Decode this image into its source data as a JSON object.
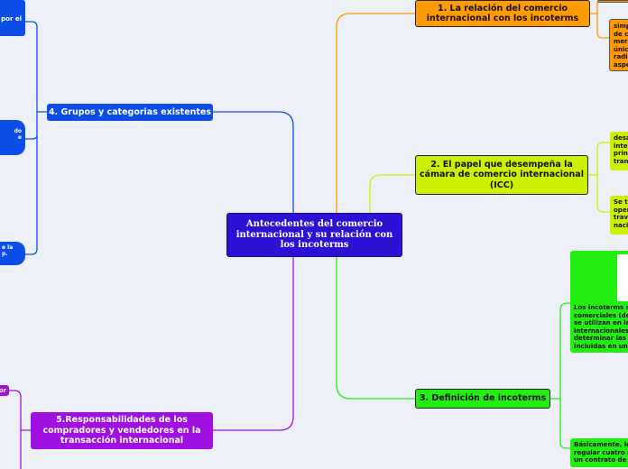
{
  "center": {
    "title": "Antecedentes del comercio internacional y su relación con los incoterms"
  },
  "branches": [
    {
      "key": "n1",
      "label": "1. La relación del comercio internacional con los incoterms",
      "color": "#ff9a00"
    },
    {
      "key": "n2",
      "label": "2. El papel que desempeña la cámara de comercio internacional (ICC)",
      "color": "#ccf000"
    },
    {
      "key": "n3",
      "label": "3. Definición de incoterms",
      "color": "#22ee11"
    },
    {
      "key": "n4",
      "label": "4. Grupos y categorias existentes",
      "color": "#0c4de8"
    },
    {
      "key": "n5",
      "label": "5.Responsabilidades de los compradores y vendedores en la transacción internacional",
      "color": "#a010e0"
    }
  ],
  "leaves": {
    "orange_a": {
      "lines": [
        "simp",
        "de c",
        "merc",
        "únic",
        "radic",
        "aspe"
      ]
    },
    "lime_a": {
      "lines": [
        "desa",
        "inter",
        "princ",
        "trans"
      ]
    },
    "lime_b": {
      "lines": [
        "Se t",
        "oper",
        "trav",
        "naci"
      ]
    },
    "green_a": {
      "lines": [
        "Los incoterms s",
        "comerciales (de",
        "se utilizan en la",
        "internacionales",
        "determinar las",
        "incluidas en un"
      ]
    },
    "green_b": {
      "lines": [
        "Básicamente, lo",
        "regular cuatro a",
        "un contrato de"
      ]
    },
    "blue_a": {
      "lines": [
        "por el"
      ]
    },
    "blue_b": {
      "lines": [
        "do",
        "e"
      ]
    },
    "blue_c": {
      "lines": [
        "e la",
        "p."
      ]
    },
    "purple_a": {
      "lines": [
        "or"
      ]
    }
  }
}
